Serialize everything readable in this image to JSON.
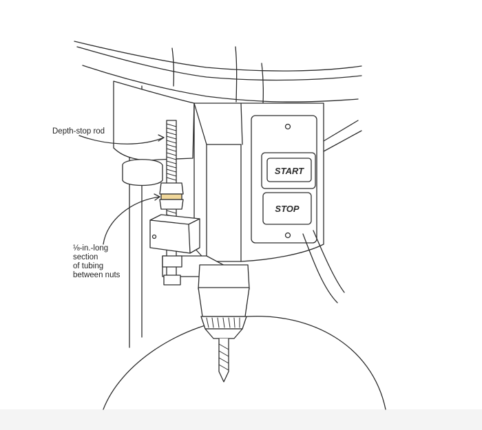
{
  "callouts": {
    "depth_stop_rod": "Depth-stop rod",
    "tubing": {
      "line1": "⅛-in.-long",
      "line2": "section",
      "line3": "of tubing",
      "line4": "between nuts"
    }
  },
  "switch": {
    "start_label": "START",
    "stop_label": "STOP"
  },
  "colors": {
    "ink": "#2b2b2b",
    "tubing": "#f0d79a",
    "paper": "#ffffff",
    "bottom_fade": "#f2f2f2"
  }
}
